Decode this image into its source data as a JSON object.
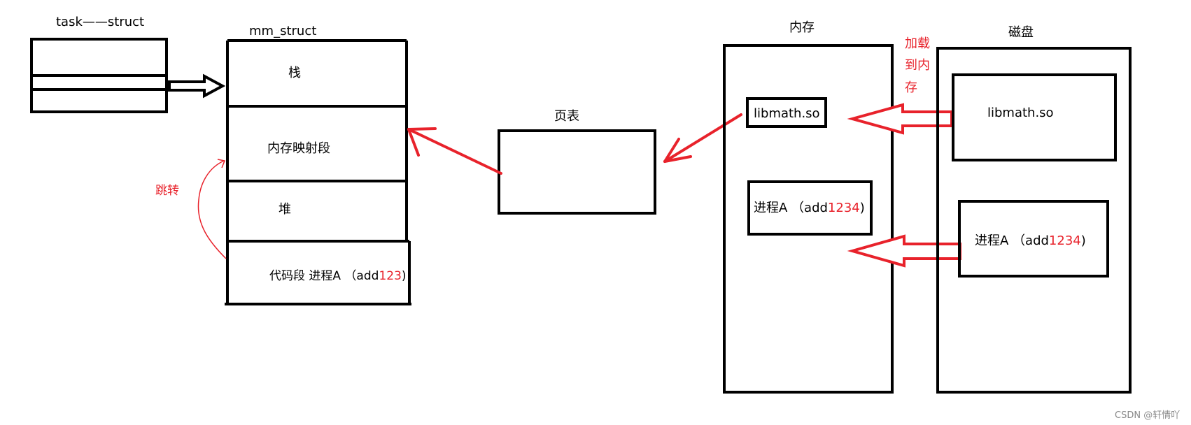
{
  "task_struct": {
    "title": "task——struct"
  },
  "mm_struct": {
    "title": "mm_struct",
    "segments": {
      "stack": "栈",
      "mmap": "内存映射段",
      "heap": "堆",
      "code_prefix": "代码段 进程A （add",
      "code_red": "123",
      "code_suffix": ")"
    }
  },
  "jump_label": "跳转",
  "page_table": {
    "title": "页表"
  },
  "memory": {
    "title": "内存",
    "lib": "libmath.so",
    "process_prefix": "进程A （add",
    "process_red": "1234",
    "process_suffix": ")"
  },
  "load_label": [
    "加载",
    "到内",
    "存"
  ],
  "disk": {
    "title": "磁盘",
    "lib": "libmath.so",
    "process_prefix": "进程A （add",
    "process_red": "1234",
    "process_suffix": ")"
  },
  "watermark": "CSDN @轩情吖",
  "colors": {
    "arrow_red": "#e8222b",
    "line": "#000000"
  }
}
